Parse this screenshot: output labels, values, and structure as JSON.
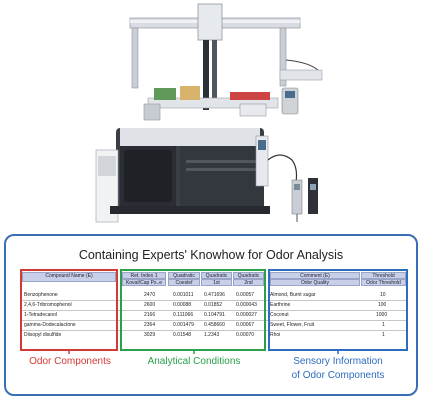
{
  "panel": {
    "title": "Containing Experts' Knowhow for Odor Analysis"
  },
  "table": {
    "headers": {
      "compound_name": "Compound Name (E)",
      "ret_index": "Ret. Index 1",
      "ret_index_sub": "Kovat/Cap Ps..e",
      "quad1": "Quadratic",
      "quad1_sub": "Coeslef",
      "quad2": "Quadratic",
      "quad2_sub": "1st",
      "quad3": "Quadratic",
      "quad3_sub": "2nd",
      "comment": "Comment (E)",
      "comment_sub": "Odor Quality",
      "threshold": "Threshold",
      "threshold_sub": "Odor Threshold"
    },
    "rows": [
      {
        "name": "Benzophenone",
        "ri": "2470",
        "q1": "0.001011",
        "q2": "0.471696",
        "q3": "0.00057",
        "quality": "Almond, Burnt sugar",
        "threshold": "10"
      },
      {
        "name": "2,4,6-Tribromophenol",
        "ri": "2600",
        "q1": "0.00088",
        "q2": "0.01852",
        "q3": "0.000043",
        "quality": "Earthrine",
        "threshold": "100"
      },
      {
        "name": "1-Tetradecanol",
        "ri": "2166",
        "q1": "0.111066",
        "q2": "0.104791",
        "q3": "0.000027",
        "quality": "Coconut",
        "threshold": "1000"
      },
      {
        "name": "gamma-Dodecalactone",
        "ri": "2364",
        "q1": "0.001479",
        "q2": "0.458660",
        "q3": "0.00067",
        "quality": "Sweet, Flower, Fruit",
        "threshold": "1"
      },
      {
        "name": "Diisopyl disulfide",
        "ri": "3029",
        "q1": "0.01548",
        "q2": "1.2343",
        "q3": "0.00070",
        "quality": "Rhoi",
        "threshold": "1"
      }
    ]
  },
  "labels": {
    "odor_components": "Odor Components",
    "analytical_conditions": "Analytical Conditions",
    "sensory_line1": "Sensory Information",
    "sensory_line2": "of Odor Components"
  },
  "colors": {
    "red": "#d23a35",
    "green": "#2aa04a",
    "blue": "#2e6cc0",
    "panel_border": "#3a6fb5"
  }
}
